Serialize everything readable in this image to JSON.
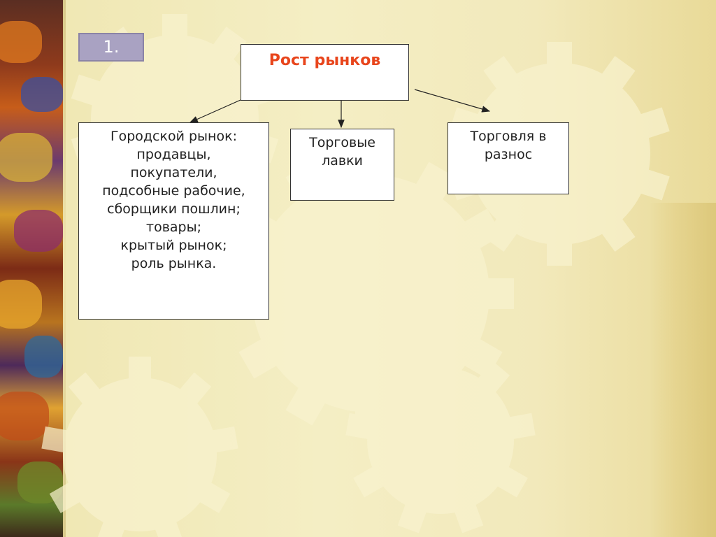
{
  "slide": {
    "badge": "1.",
    "root": {
      "title": "Рост рынков"
    },
    "children": [
      {
        "lines": [
          "Городской рынок:",
          "продавцы,",
          "покупатели,",
          "подсобные рабочие,",
          "сборщики пошлин;",
          "товары;",
          "крытый рынок;",
          "роль рынка."
        ]
      },
      {
        "lines": [
          "Торговые",
          "лавки"
        ]
      },
      {
        "lines": [
          "Торговля в",
          "разнос"
        ]
      }
    ],
    "colors": {
      "root_title": "#e8451c",
      "badge_bg": "#a9a2c2",
      "background": "#f3ecb8"
    }
  }
}
